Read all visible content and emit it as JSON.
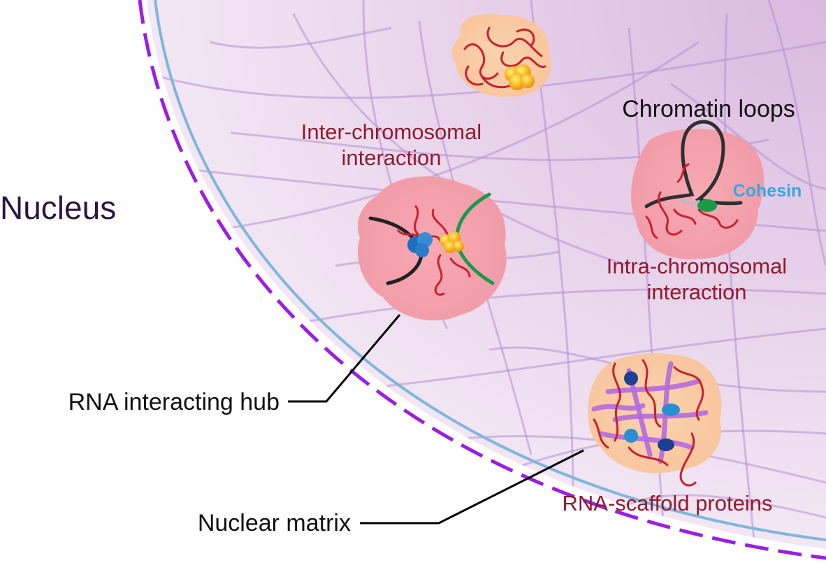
{
  "labels": {
    "nucleus": "Nucleus",
    "inter_chromosomal_line1": "Inter-chromosomal",
    "inter_chromosomal_line2": "interaction",
    "chromatin_loops": "Chromatin loops",
    "cohesin": "Cohesin",
    "intra_chromosomal_line1": "Intra-chromosomal",
    "intra_chromosomal_line2": "interaction",
    "rna_interacting_hub": "RNA interacting hub",
    "nuclear_matrix": "Nuclear matrix",
    "rna_scaffold_proteins": "RNA-scaffold proteins"
  },
  "colors": {
    "nucleus_fill": "#e9d3ea",
    "nuclear_envelope_inner": "#7fb6dc",
    "nuclear_envelope_dashed": "#9a1fe0",
    "matrix_fibers": "#b48fd4",
    "pink_hub": "#f09aa8",
    "peach_hub": "#f8c9a0",
    "rna_strand": "#c8202f",
    "label_red": "#8f1b2d",
    "cohesin_blue": "#35a8e0",
    "chromatin_black": "#2f2f2f",
    "chromatin_green": "#1a9a49"
  }
}
